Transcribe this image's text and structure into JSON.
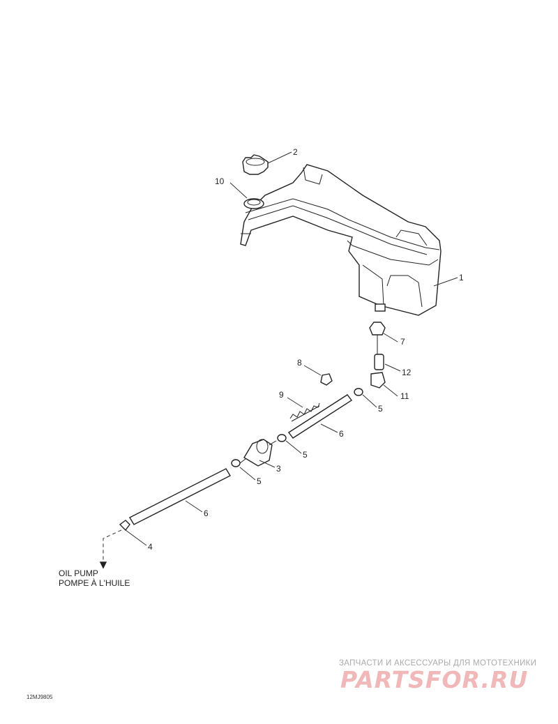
{
  "callouts": [
    "1",
    "2",
    "3",
    "4",
    "5",
    "5",
    "5",
    "6",
    "6",
    "7",
    "8",
    "9",
    "10",
    "11",
    "12"
  ],
  "destination": {
    "line1": "OIL PUMP",
    "line2": "POMPE À L'HUILE"
  },
  "watermark": {
    "caption": "ЗАПЧАСТИ И АКСЕССУАРЫ ДЛЯ МОТОТЕХНИКИ",
    "logo": "PARTSFOR.RU"
  },
  "drawing_code": "12MJ9805"
}
